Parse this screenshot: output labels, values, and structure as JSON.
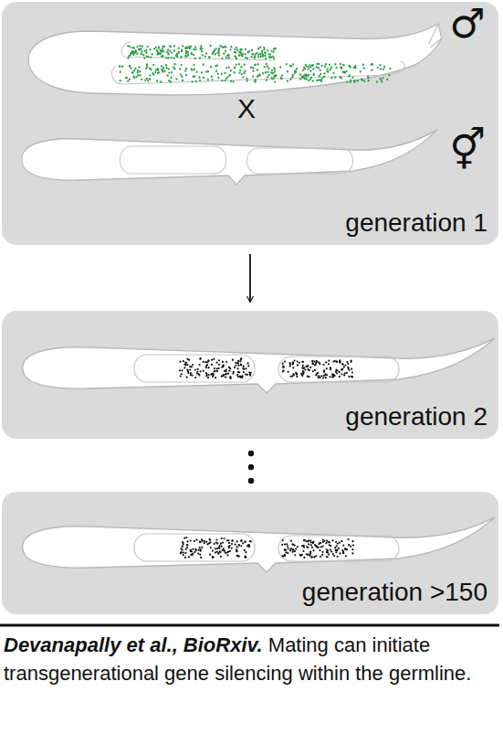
{
  "diagram": {
    "caption": "Devanapally et al., BioRxiv. Mating can initiate transgenerational gene silencing within the germline.",
    "nodes": [
      {
        "text": [
          "♂",
          "X",
          "⚥",
          "generation 1"
        ]
      },
      {
        "text": [
          "generation 2"
        ]
      },
      {
        "text": [
          "generation >150"
        ]
      }
    ],
    "edges": [
      {
        "from": 0,
        "to": 1,
        "arrow": "to"
      }
    ]
  }
}
